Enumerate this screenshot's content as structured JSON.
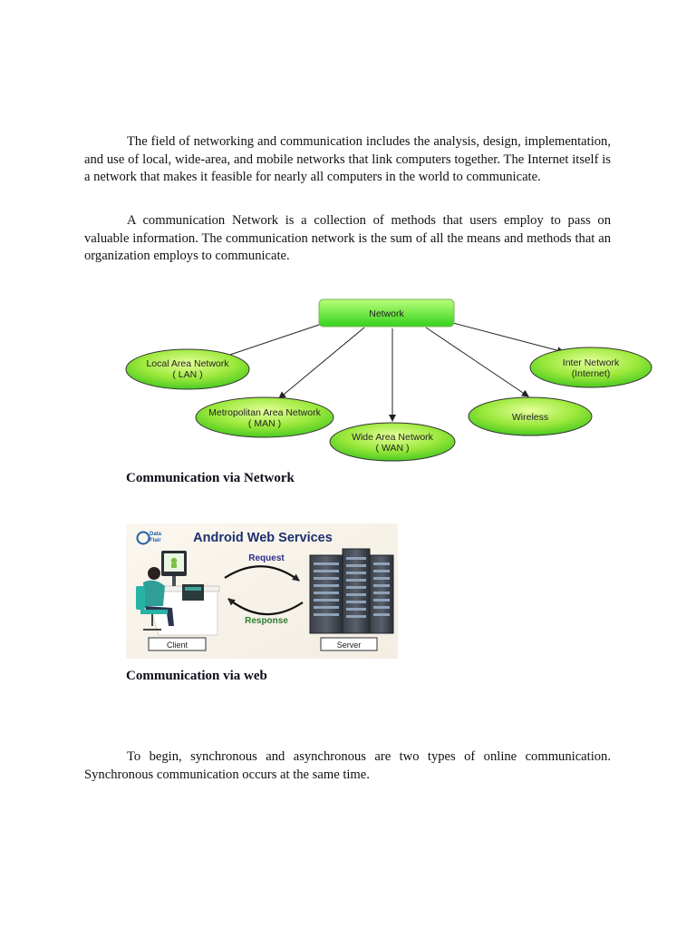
{
  "paragraphs": {
    "p1": "The field of networking and communication includes the analysis, design, implementation, and use of local, wide-area, and mobile networks that link computers together. The Internet itself is a network that makes it feasible for nearly all computers in the world to communicate.",
    "p2": "A communication Network is a collection of methods that users employ to pass on valuable information. The communication network is the sum of all the means and methods that an organization employs to communicate.",
    "p3": "To begin, synchronous and asynchronous are two types of online communication. Synchronous communication occurs at the same time."
  },
  "network_diagram": {
    "root": "Network",
    "nodes": {
      "lan": [
        "Local Area Network",
        "( LAN )"
      ],
      "man": [
        "Metropolitan Area Network",
        "( MAN )"
      ],
      "wan": [
        "Wide Area Network",
        "( WAN )"
      ],
      "wireless": [
        "Wireless"
      ],
      "internet": [
        "Inter Network",
        "(Internet)"
      ]
    },
    "caption": "Communication via Network"
  },
  "web_figure": {
    "title": "Android Web Services",
    "logo_text": [
      "Data",
      "Flair"
    ],
    "request_label": "Request",
    "response_label": "Response",
    "client_label": "Client",
    "server_label": "Server",
    "caption": "Communication via web"
  }
}
